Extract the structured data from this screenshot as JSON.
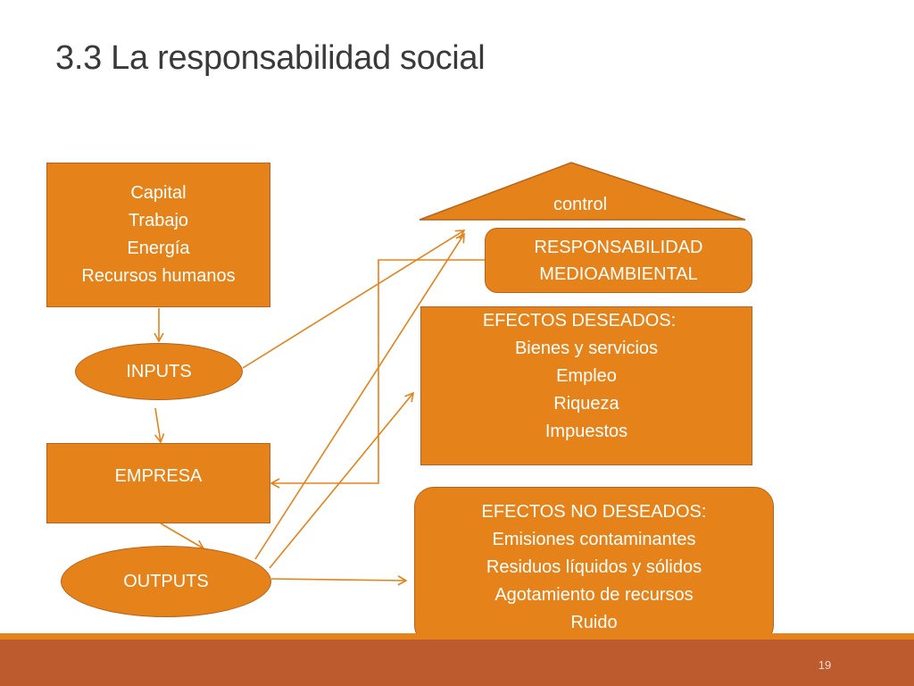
{
  "slide": {
    "title": "3.3 La responsabilidad social",
    "page_number": "19"
  },
  "diagram": {
    "resources_box": {
      "lines": [
        "Capital",
        "Trabajo",
        "Energía",
        "Recursos humanos"
      ]
    },
    "inputs": "INPUTS",
    "empresa": "EMPRESA",
    "outputs": "OUTPUTS",
    "roof_label": "control",
    "responsabilidad": {
      "lines": [
        "RESPONSABILIDAD",
        "MEDIOAMBIENTAL"
      ]
    },
    "efectos_deseados": {
      "lines": [
        "EFECTOS DESEADOS:",
        "Bienes y servicios",
        "Empleo",
        "Riqueza",
        "Impuestos"
      ]
    },
    "efectos_no_deseados": {
      "lines": [
        "EFECTOS NO DESEADOS:",
        "Emisiones contaminantes",
        "Residuos líquidos y sólidos",
        "Agotamiento de recursos",
        "Ruido"
      ]
    }
  },
  "colors": {
    "box_fill": "#e5821a",
    "box_border": "#b8631b",
    "arrow": "#e5821a",
    "footer_band": "#bd5a2e",
    "footer_line": "#e5821a"
  }
}
